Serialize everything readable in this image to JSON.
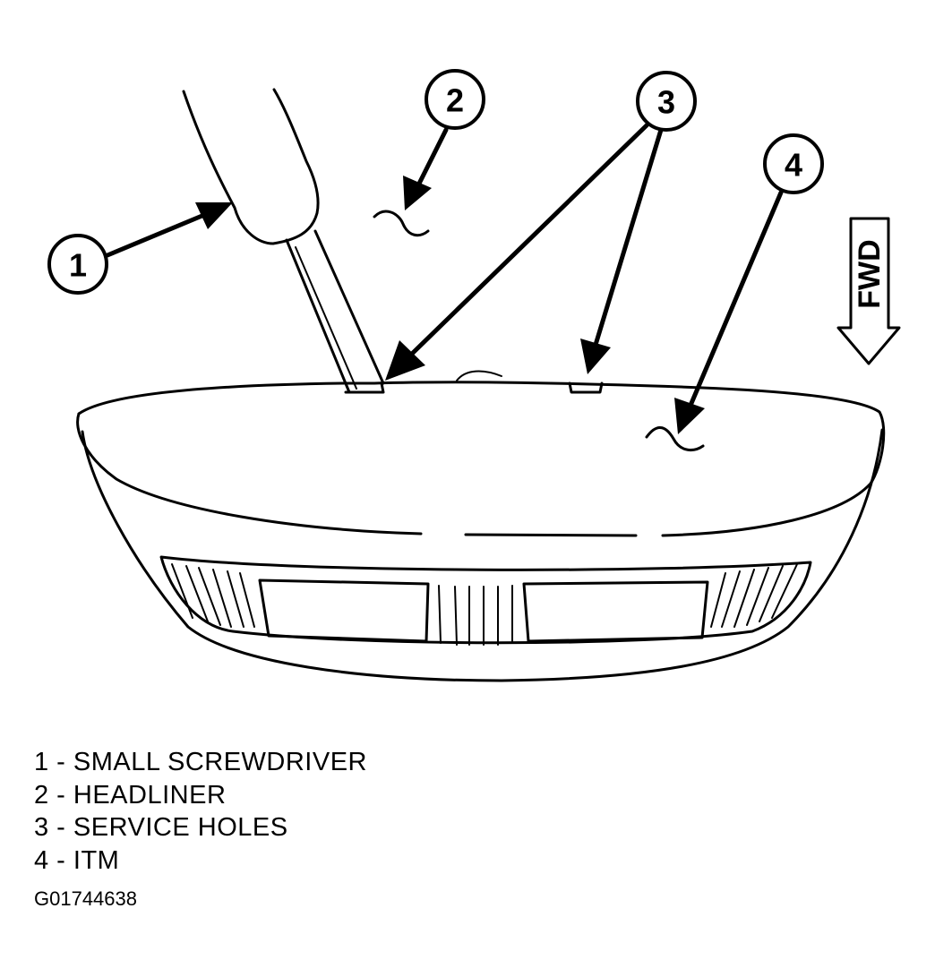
{
  "callouts": [
    {
      "number": "1"
    },
    {
      "number": "2"
    },
    {
      "number": "3"
    },
    {
      "number": "4"
    }
  ],
  "direction_label": "FWD",
  "legend": [
    {
      "text": "1 - SMALL SCREWDRIVER"
    },
    {
      "text": "2 - HEADLINER"
    },
    {
      "text": "3 - SERVICE HOLES"
    },
    {
      "text": "4 - ITM"
    }
  ],
  "figure_id": "G01744638"
}
